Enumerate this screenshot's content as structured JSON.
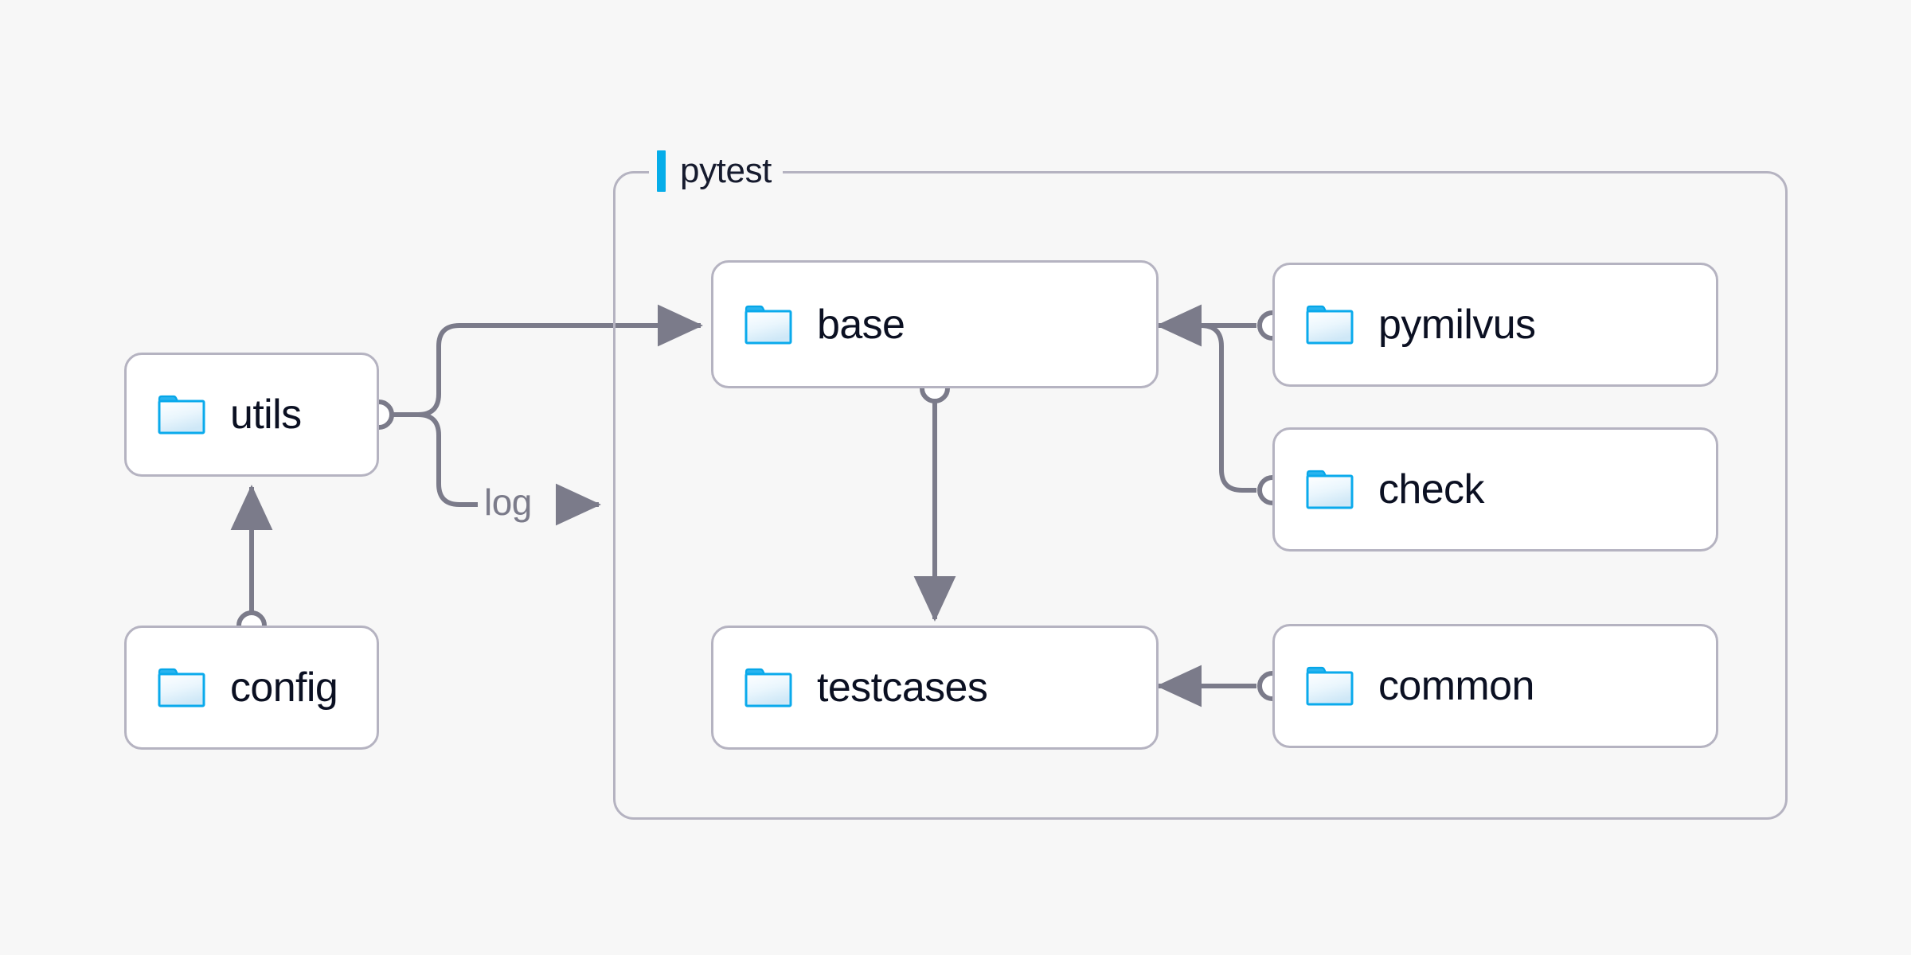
{
  "diagram": {
    "background_color": "#f7f7f7",
    "accent_color": "#06ade9",
    "edge_color": "#7b7b8a",
    "node_border_color": "#b5b3c1",
    "node_text_color": "#0b1022",
    "group": {
      "label": "pytest",
      "accent_color": "#06ade9"
    },
    "nodes": [
      {
        "id": "utils",
        "label": "utils",
        "icon": "folder-icon"
      },
      {
        "id": "config",
        "label": "config",
        "icon": "folder-icon"
      },
      {
        "id": "base",
        "label": "base",
        "icon": "folder-icon"
      },
      {
        "id": "testcases",
        "label": "testcases",
        "icon": "folder-icon"
      },
      {
        "id": "pymilvus",
        "label": "pymilvus",
        "icon": "folder-icon"
      },
      {
        "id": "check",
        "label": "check",
        "icon": "folder-icon"
      },
      {
        "id": "common",
        "label": "common",
        "icon": "folder-icon"
      }
    ],
    "edges": [
      {
        "from": "config",
        "to": "utils",
        "label": ""
      },
      {
        "from": "utils",
        "to": "base",
        "label": ""
      },
      {
        "from": "utils",
        "to": "pytest",
        "label": "log"
      },
      {
        "from": "base",
        "to": "testcases",
        "label": ""
      },
      {
        "from": "pymilvus",
        "to": "base",
        "label": ""
      },
      {
        "from": "check",
        "to": "base",
        "label": ""
      },
      {
        "from": "common",
        "to": "testcases",
        "label": ""
      }
    ],
    "edge_labels": {
      "log": "log"
    }
  }
}
